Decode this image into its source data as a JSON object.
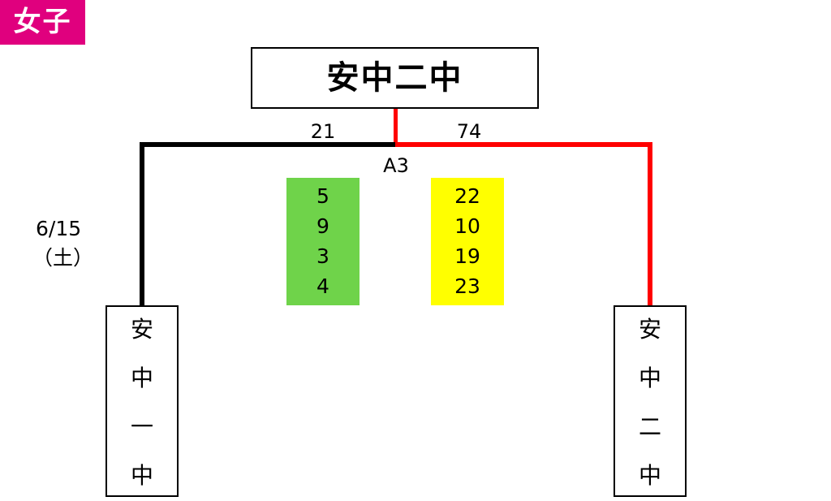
{
  "category": "女子",
  "winner": "安中二中",
  "match": {
    "id": "A3",
    "date": "6/15",
    "day": "（土）",
    "left_score": "21",
    "right_score": "74"
  },
  "left_team": {
    "chars": [
      "安",
      "中",
      "一",
      "中"
    ],
    "periods": [
      "5",
      "9",
      "3",
      "4"
    ],
    "period_color": "#6fd34a",
    "line_color": "#000000"
  },
  "right_team": {
    "chars": [
      "安",
      "中",
      "二",
      "中"
    ],
    "periods": [
      "22",
      "10",
      "19",
      "23"
    ],
    "period_color": "#ffff00",
    "line_color": "#ff0000"
  }
}
